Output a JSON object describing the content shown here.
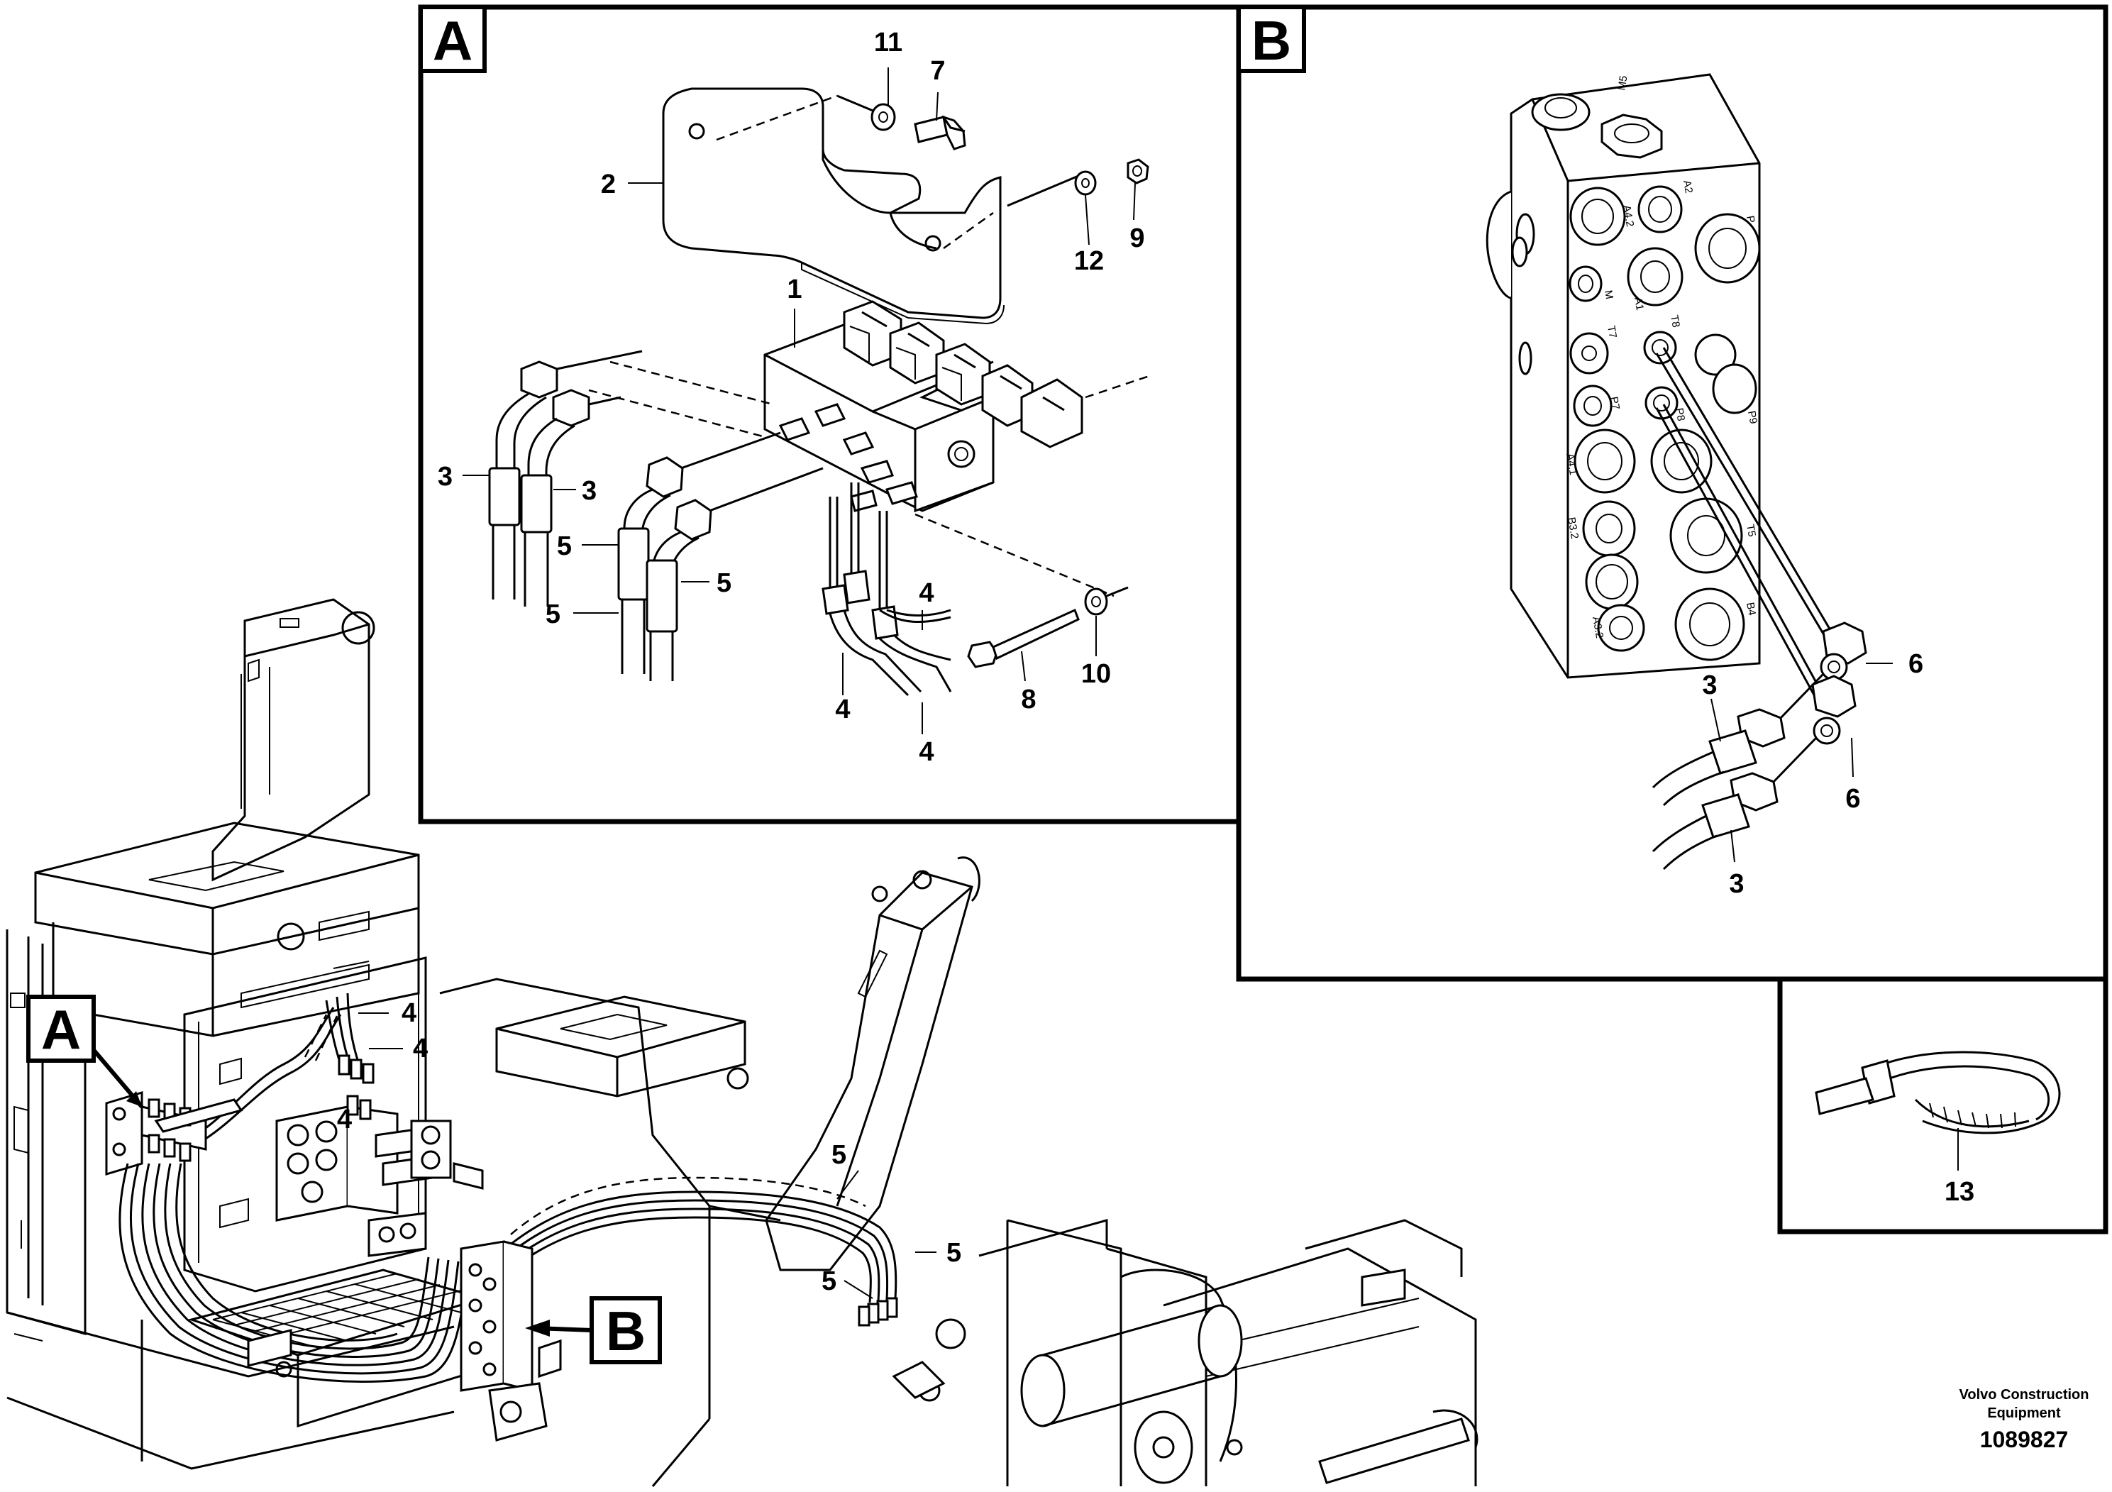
{
  "panels": {
    "a": {
      "label": "A"
    },
    "b": {
      "label": "B"
    }
  },
  "overview_labels": {
    "a": "A",
    "b": "B"
  },
  "callouts": {
    "a": {
      "c1": "1",
      "c2": "2",
      "c3a": "3",
      "c3b": "3",
      "c4a": "4",
      "c4b": "4",
      "c4c": "4",
      "c5a": "5",
      "c5b": "5",
      "c5c": "5",
      "c7": "7",
      "c8": "8",
      "c9": "9",
      "c10": "10",
      "c11": "11",
      "c12": "12"
    },
    "b": {
      "c3a": "3",
      "c3b": "3",
      "c6a": "6",
      "c6b": "6"
    },
    "c": {
      "c13": "13"
    },
    "overview": {
      "c4a": "4",
      "c4b": "4",
      "c4c": "4",
      "c5a": "5",
      "c5b": "5",
      "c5c": "5"
    }
  },
  "port_labels": [
    "A4.2",
    "A2",
    "P",
    "M",
    "A1",
    "T8",
    "T7",
    "P7",
    "P8",
    "P9",
    "A4.1",
    "B3.2",
    "T5",
    "A3.2",
    "B4",
    "M5"
  ],
  "footer": {
    "company": "Volvo Construction Equipment",
    "line1": "Volvo Construction",
    "line2": "Equipment",
    "part_number": "1089827"
  }
}
